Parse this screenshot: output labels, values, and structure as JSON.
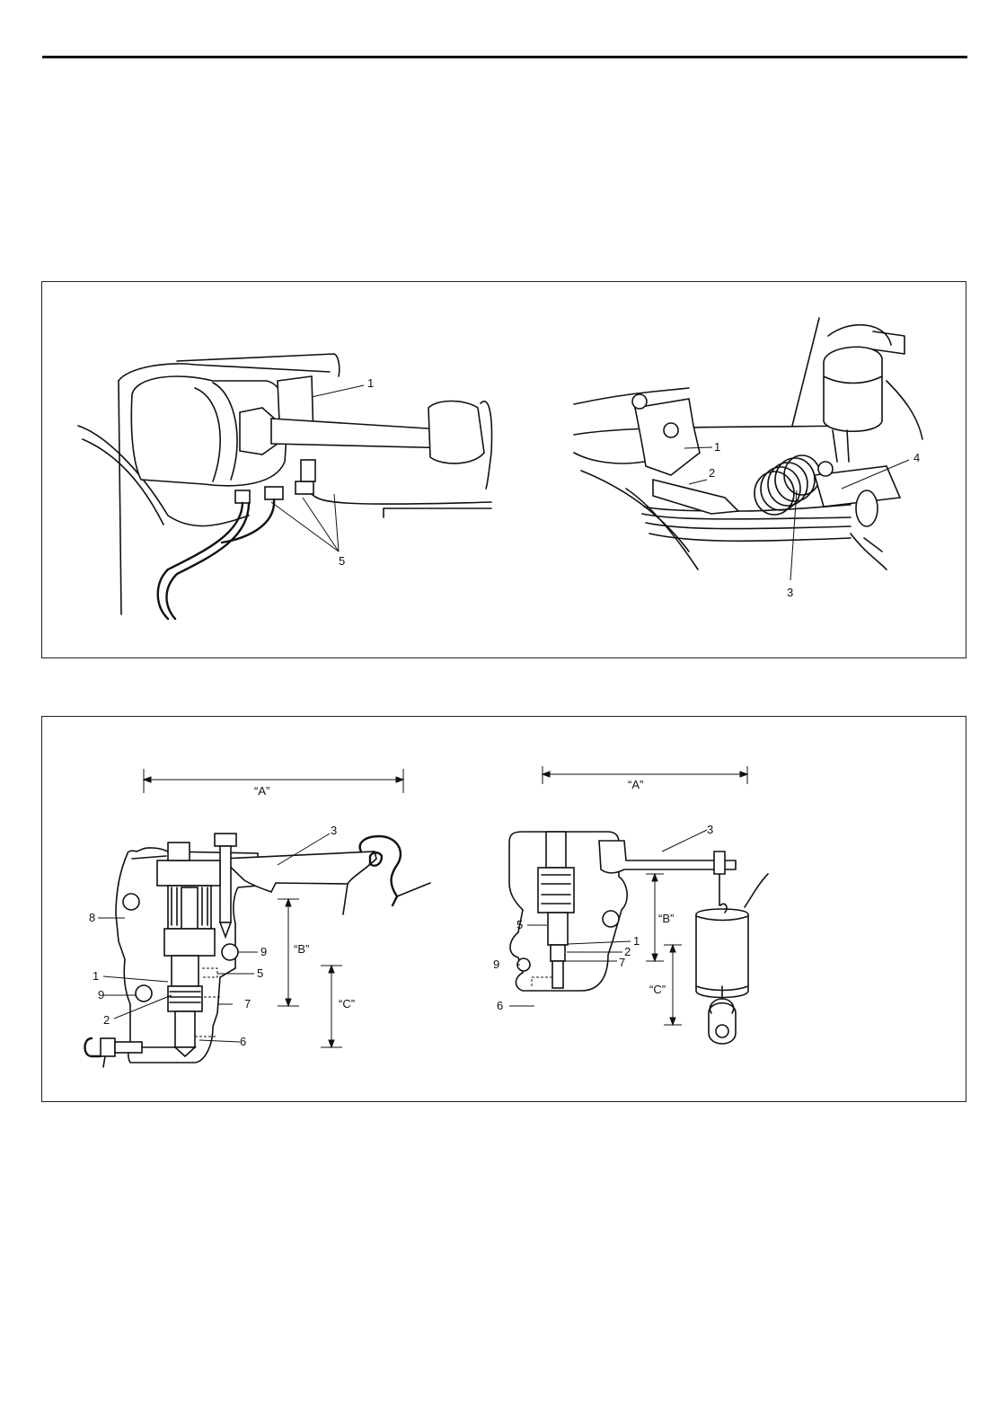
{
  "figure_top": {
    "left_callouts": [
      "1",
      "5"
    ],
    "right_callouts": [
      "1",
      "2",
      "3",
      "4"
    ]
  },
  "figure_bottom": {
    "left_callouts": [
      "3",
      "8",
      "9",
      "5",
      "1",
      "9",
      "7",
      "2",
      "6"
    ],
    "left_dims": [
      "“A”",
      "“B”",
      "“C”"
    ],
    "right_callouts": [
      "3",
      "5",
      "1",
      "2",
      "7",
      "9",
      "6"
    ],
    "right_dims": [
      "“A”",
      "“B”",
      "“C”"
    ]
  }
}
